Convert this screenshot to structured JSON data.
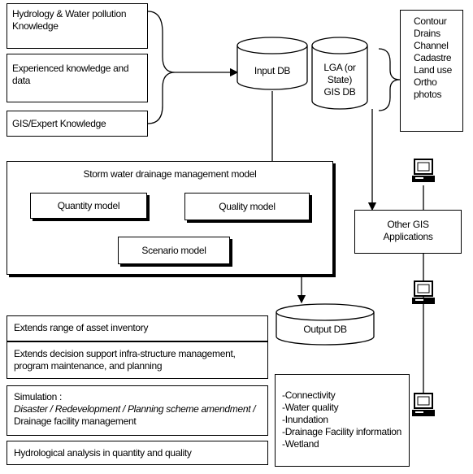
{
  "knowledge_sources": [
    "Hydrology & Water pollution Knowledge",
    "Experienced knowledge and data",
    "GIS/Expert Knowledge"
  ],
  "input_db": "Input DB",
  "gis_db": {
    "line1": "LGA (or State)",
    "line2": "GIS DB"
  },
  "gis_layers": [
    "Contour",
    "Drains",
    "Channel",
    "Cadastre",
    "Land use",
    "Ortho",
    "photos"
  ],
  "model": {
    "title": "Storm water drainage management model",
    "quantity": "Quantity model",
    "quality": "Quality model",
    "scenario": "Scenario model"
  },
  "other_gis": {
    "line1": "Other GIS",
    "line2": "Applications"
  },
  "output_db": "Output DB",
  "outcomes": {
    "asset": "Extends range of asset inventory",
    "decision": "Extends decision support infra-structure management, program maintenance, and planning",
    "simulation_title": "Simulation :",
    "simulation_detail": "Disaster / Redevelopment / Planning scheme amendment /",
    "simulation_tail": "Drainage facility management",
    "hydro": "Hydrological analysis in quantity and quality"
  },
  "outputs": [
    "-Connectivity",
    "-Water quality",
    "-Inundation",
    "-Drainage Facility information",
    "-Wetland"
  ]
}
